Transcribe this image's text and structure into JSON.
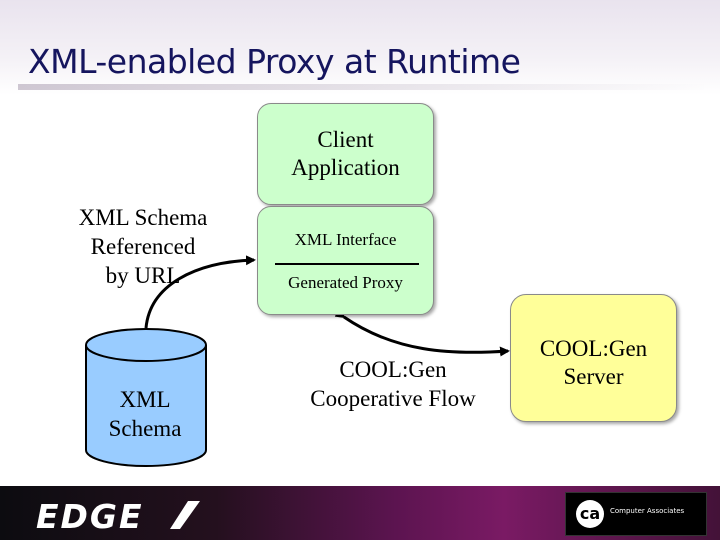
{
  "slide": {
    "title": "XML-enabled Proxy at Runtime"
  },
  "diagram": {
    "client_box": "Client\nApplication",
    "proxy_interface": "XML Interface",
    "proxy_generated": "Generated Proxy",
    "schema_label": "XML Schema\nReferenced\nby URL",
    "schema_cylinder": "XML\nSchema",
    "flow_label": "COOL:Gen\nCooperative Flow",
    "server_box": "COOL:Gen\nServer"
  },
  "footer": {
    "left_logo": "EDGE",
    "right_logo_mark": "ca",
    "right_logo_text": "Computer Associates"
  },
  "colors": {
    "client_fill": "#ccffcc",
    "server_fill": "#ffff99",
    "cylinder_fill": "#99ccff",
    "title_color": "#15155e"
  }
}
